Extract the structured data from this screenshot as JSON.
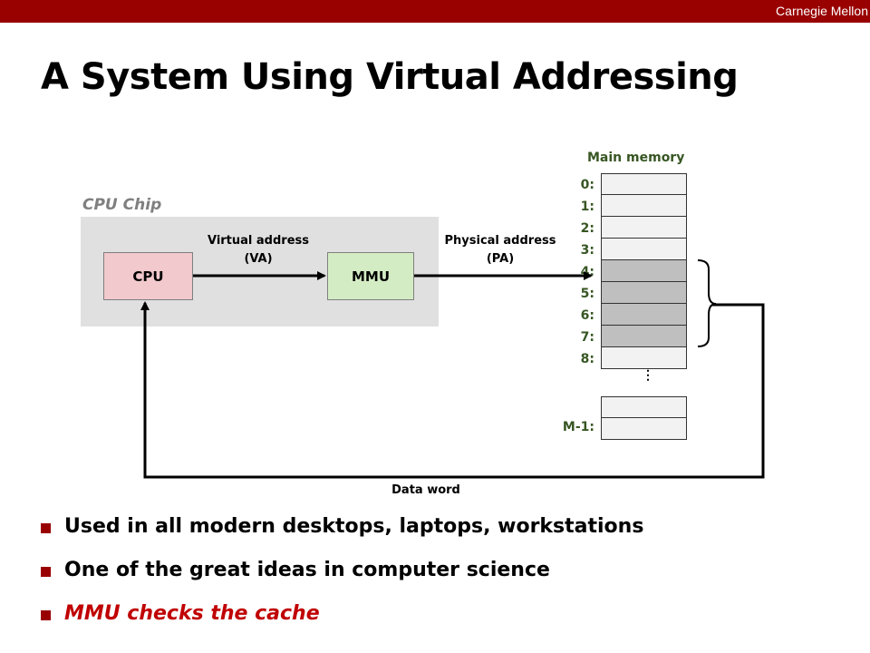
{
  "header": {
    "brand": "Carnegie Mellon"
  },
  "slide": {
    "title": "A System Using Virtual Addressing"
  },
  "diagram": {
    "chip_label": "CPU Chip",
    "cpu_label": "CPU",
    "mmu_label": "MMU",
    "virtual_address_line1": "Virtual address",
    "virtual_address_line2": "(VA)",
    "physical_address_line1": "Physical address",
    "physical_address_line2": "(PA)",
    "data_word_label": "Data word",
    "memory": {
      "title": "Main memory",
      "addresses": [
        "0:",
        "1:",
        "2:",
        "3:",
        "4:",
        "5:",
        "6:",
        "7:",
        "8:"
      ],
      "shaded_rows": [
        4,
        5,
        6,
        7
      ],
      "last_address": "M-1:",
      "ellipsis": "⋮"
    }
  },
  "bullets": [
    {
      "text": "Used in all modern desktops, laptops, workstations",
      "highlight": false
    },
    {
      "text": "One of the great ideas in computer science",
      "highlight": false
    },
    {
      "text": "MMU checks the cache",
      "highlight": true
    }
  ],
  "colors": {
    "brand": "#990000",
    "highlight": "#c00000",
    "memory_label": "#375623"
  }
}
